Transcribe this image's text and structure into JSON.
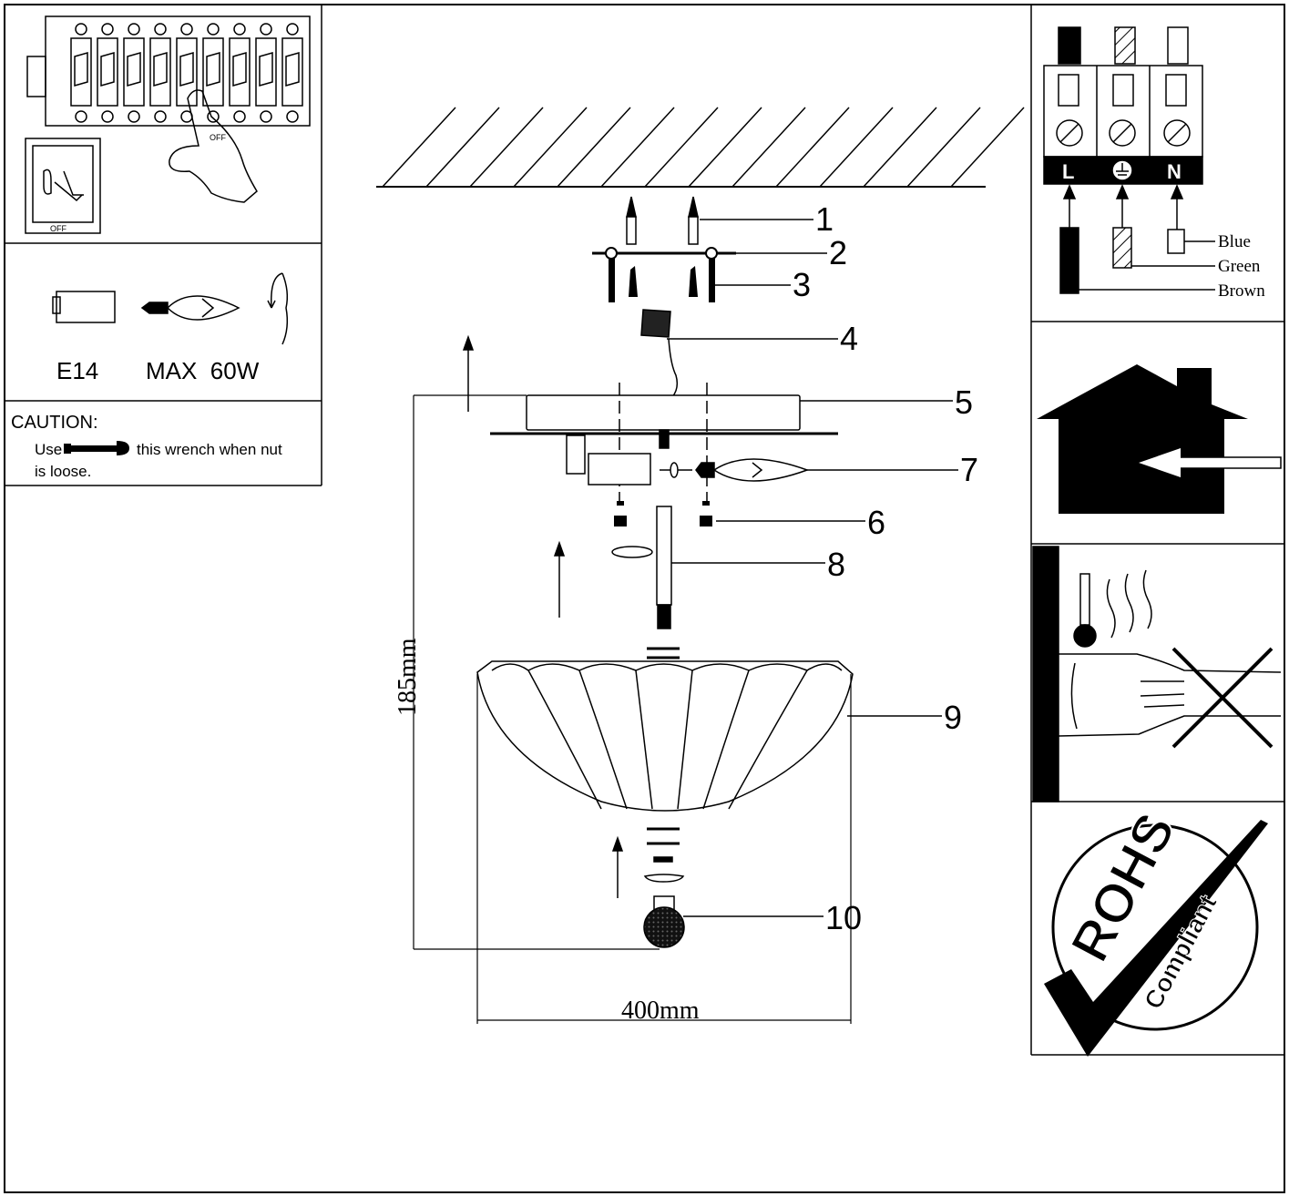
{
  "breaker_panel": {
    "off_label": "OFF",
    "switch_off_label": "OFF"
  },
  "bulb_spec": {
    "socket": "E14",
    "max_power": "MAX  60W"
  },
  "caution": {
    "title": "CAUTION:",
    "use_word": "Use",
    "line1_rest": "this wrench when nut",
    "line2": "is loose."
  },
  "parts": [
    "1",
    "2",
    "3",
    "4",
    "5",
    "6",
    "7",
    "8",
    "9",
    "10"
  ],
  "dimensions": {
    "height": "185mm",
    "width": "400mm"
  },
  "wiring": {
    "terminals": [
      "L",
      "N"
    ],
    "wires": [
      "Blue",
      "Green",
      "Brown"
    ]
  },
  "rohs": {
    "main": "ROHS",
    "sub": "Compliant"
  }
}
